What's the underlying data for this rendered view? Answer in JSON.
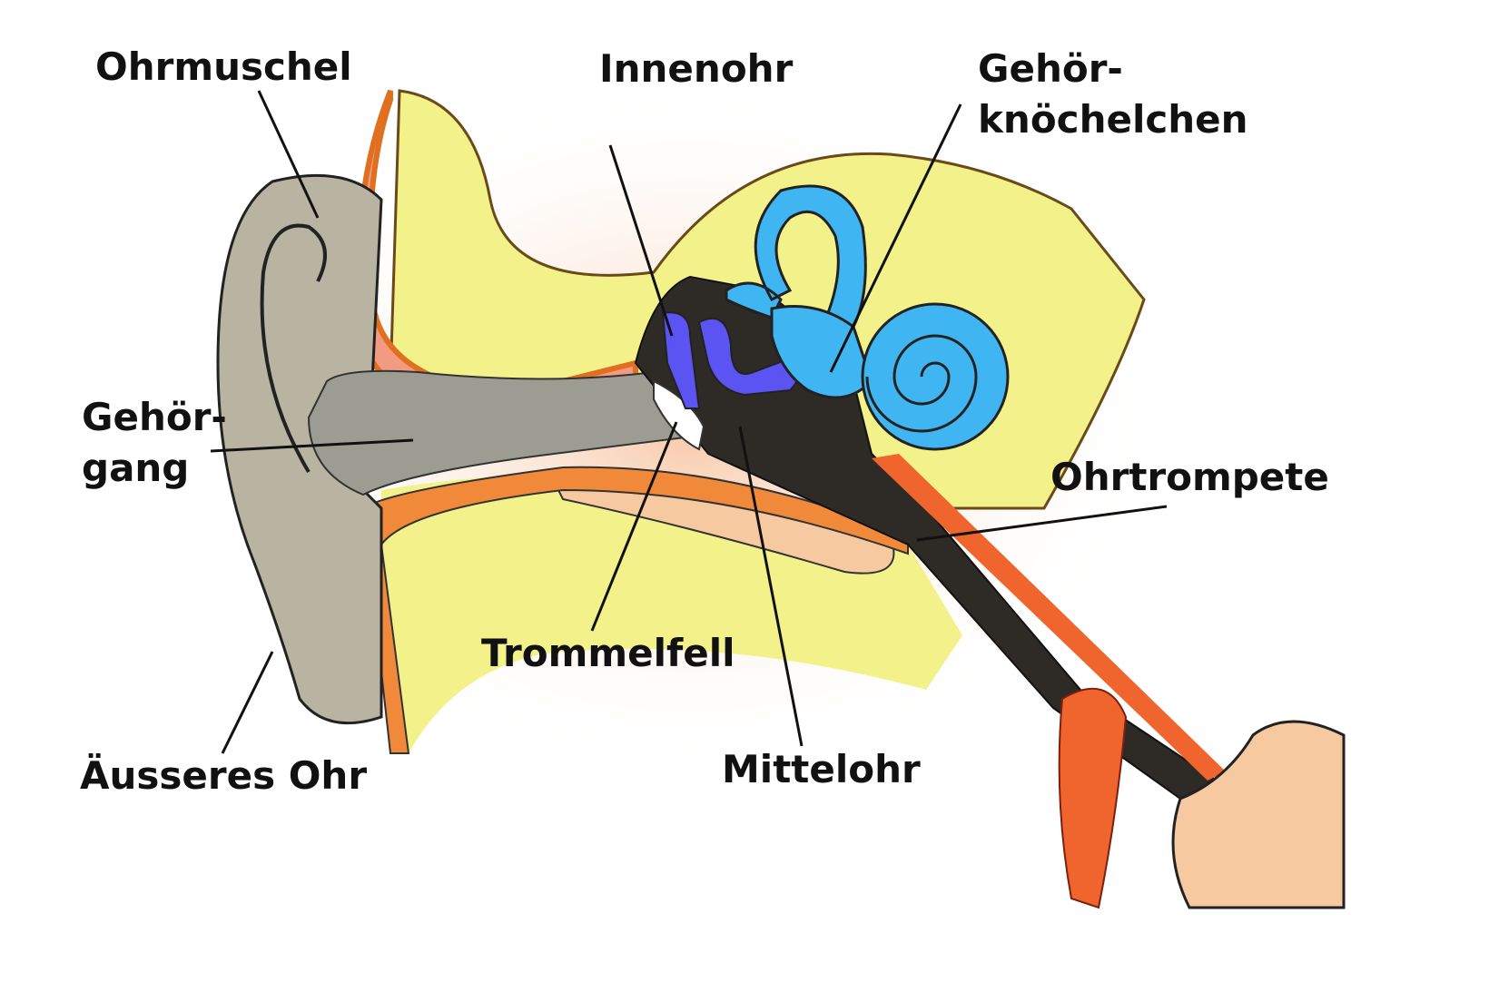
{
  "labels": {
    "ohrmuschel": "Ohrmuschel",
    "innenohr": "Innenohr",
    "gehoerknoechelchen_1": "Gehör-",
    "gehoerknoechelchen_2": "knöchelchen",
    "gehoergang_1": "Gehör-",
    "gehoergang_2": "gang",
    "ohrtrompete": "Ohrtrompete",
    "trommelfell": "Trommelfell",
    "aeusseres_ohr": "Äusseres Ohr",
    "mittelohr": "Mittelohr"
  },
  "colors": {
    "bone": "#f3f28a",
    "skin": "#f6c9a0",
    "outer_ear": "#b9b3a2",
    "canal": "#9c9c92",
    "middle_ear": "#2e2a26",
    "inner_ear": "#3fb6f2",
    "ossicles": "#5b53f2",
    "tube": "#f0642e",
    "cartilage": "#f29a82"
  }
}
